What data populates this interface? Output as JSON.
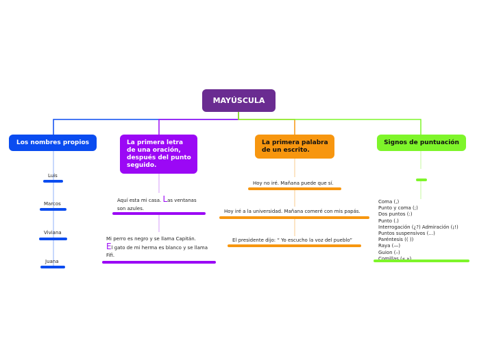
{
  "root": {
    "label": "MAYÚSCULA",
    "color": "#6a2c91"
  },
  "branches": [
    {
      "label": "Los nombres propios",
      "color": "#0a4cf0",
      "items": [
        "Luis",
        "Marcos",
        "Viviana",
        "Juana"
      ]
    },
    {
      "label": "La primera letra de una oración, después del punto seguido.",
      "color": "#9b08f5",
      "ex1": {
        "pre": "Aquí esta mi casa.",
        "cap": "L",
        "post": "as ventanas",
        "line2": "son azules."
      },
      "ex2": {
        "line1": "Mi perro es negro y se llama Capitán.",
        "cap": "E",
        "post": "l gato de mi herma es blanco y se llama",
        "line3": "Fifi."
      }
    },
    {
      "label": "La primera palabra de un escrito.",
      "color": "#f7960f",
      "items": [
        "Hoy no iré. Mañana puede que sí.",
        "Hoy iré a la universidad. Mañana comeré con mis papás.",
        "El presidente dijo: “ Yo escucho la voz del pueblo”"
      ]
    },
    {
      "label": "Signos de puntuación",
      "color": "#7ef52a",
      "items": [
        "Coma (,)",
        "Punto y coma (;)",
        "Dos puntos (:)",
        "Punto (.)",
        "Interrogación (¿?) Admiración (¡!)",
        "Puntos suspensivos (...)",
        "Paréntesis (( ))",
        "Raya (—)",
        "Guion (–)",
        "Comillas (« »)"
      ]
    }
  ]
}
